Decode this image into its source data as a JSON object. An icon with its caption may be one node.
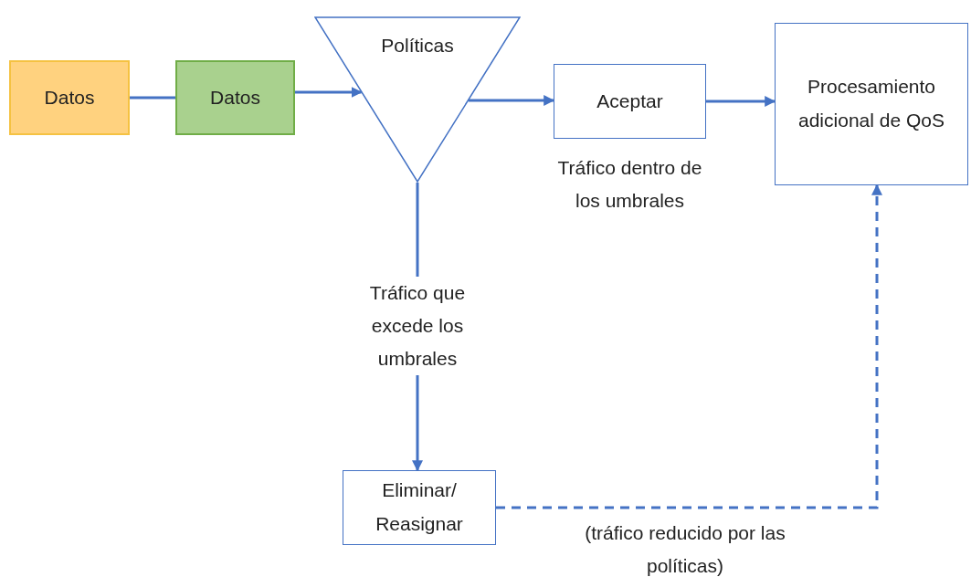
{
  "diagram": {
    "nodes": [
      {
        "text": [
          "Datos"
        ]
      },
      {
        "text": [
          "Datos"
        ]
      },
      {
        "text": [
          "Políticas"
        ]
      },
      {
        "text": [
          "Aceptar"
        ],
        "beside": [
          "Tráfico dentro de los umbrales"
        ]
      },
      {
        "text": [
          "Procesamiento adicional de QoS"
        ]
      },
      {
        "text": [
          "Eliminar/ Reasignar"
        ]
      }
    ],
    "edges": [
      {
        "from": 0,
        "to": 1,
        "arrow": "none"
      },
      {
        "from": 1,
        "to": 2,
        "arrow": "to"
      },
      {
        "from": 2,
        "to": 3,
        "arrow": "to"
      },
      {
        "from": 3,
        "to": 4,
        "arrow": "to"
      },
      {
        "from": 2,
        "to": 5,
        "arrow": "to",
        "label": "Tráfico que excede los umbrales"
      },
      {
        "from": 5,
        "to": 4,
        "arrow": "to",
        "style": "dashed",
        "label": "(tráfico reducido por las políticas)"
      }
    ]
  }
}
